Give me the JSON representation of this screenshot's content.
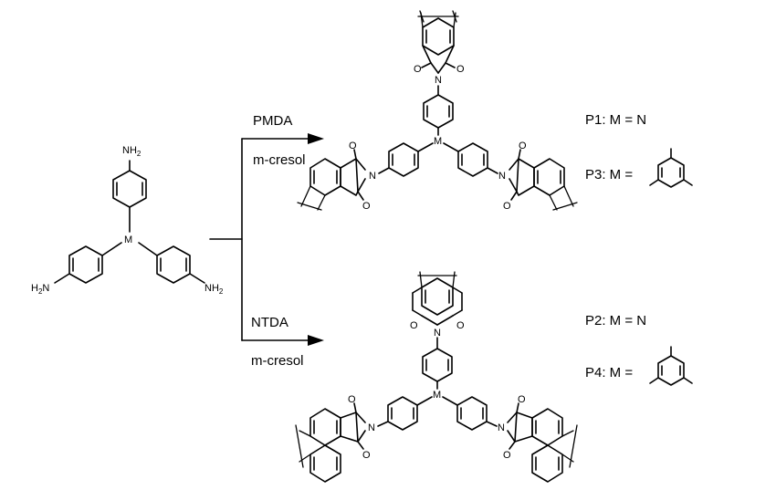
{
  "reactant": {
    "core_atom": "M",
    "amine_label": "NH",
    "amine_subscript": "2",
    "amine_left_prefix": "H",
    "amine_left_subscript": "2",
    "amine_left_suffix": "N"
  },
  "reactions": [
    {
      "reagent": "PMDA",
      "solvent": "m-cresol",
      "products": [
        {
          "code": "P1",
          "text": "P1: M = N"
        },
        {
          "code": "P3",
          "text": "P3: M ="
        }
      ]
    },
    {
      "reagent": "NTDA",
      "solvent": "m-cresol",
      "products": [
        {
          "code": "P2",
          "text": "P2: M = N"
        },
        {
          "code": "P4",
          "text": "P4: M ="
        }
      ]
    }
  ],
  "atoms": {
    "center": "M",
    "imide_n": "N",
    "carbonyl_o": "O"
  }
}
